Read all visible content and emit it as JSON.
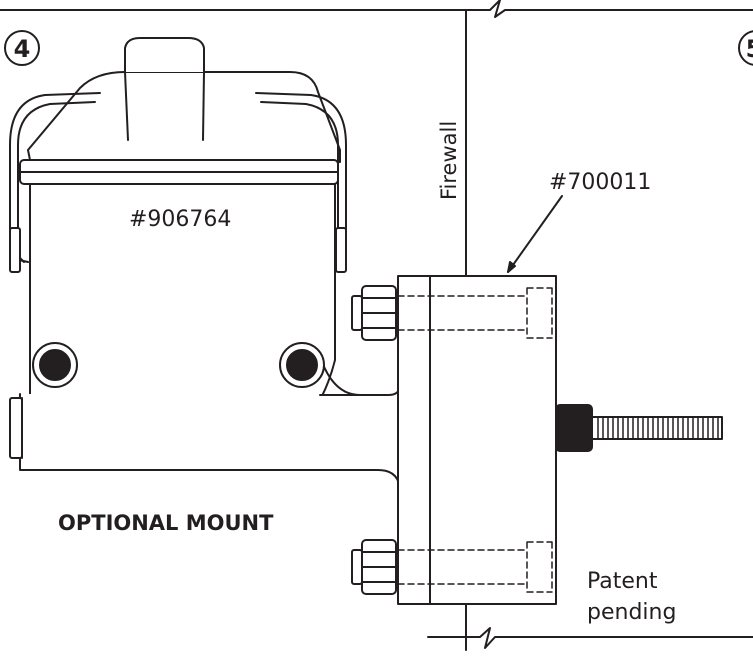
{
  "diagram": {
    "step_number_left": "4",
    "step_number_right": "5",
    "master_cylinder_part": "#906764",
    "adapter_part": "#700011",
    "firewall_label": "Firewall",
    "mount_caption": "OPTIONAL MOUNT",
    "patent_line1": "Patent",
    "patent_line2": "pending"
  },
  "colors": {
    "line": "#231f20",
    "fill": "#ffffff"
  }
}
